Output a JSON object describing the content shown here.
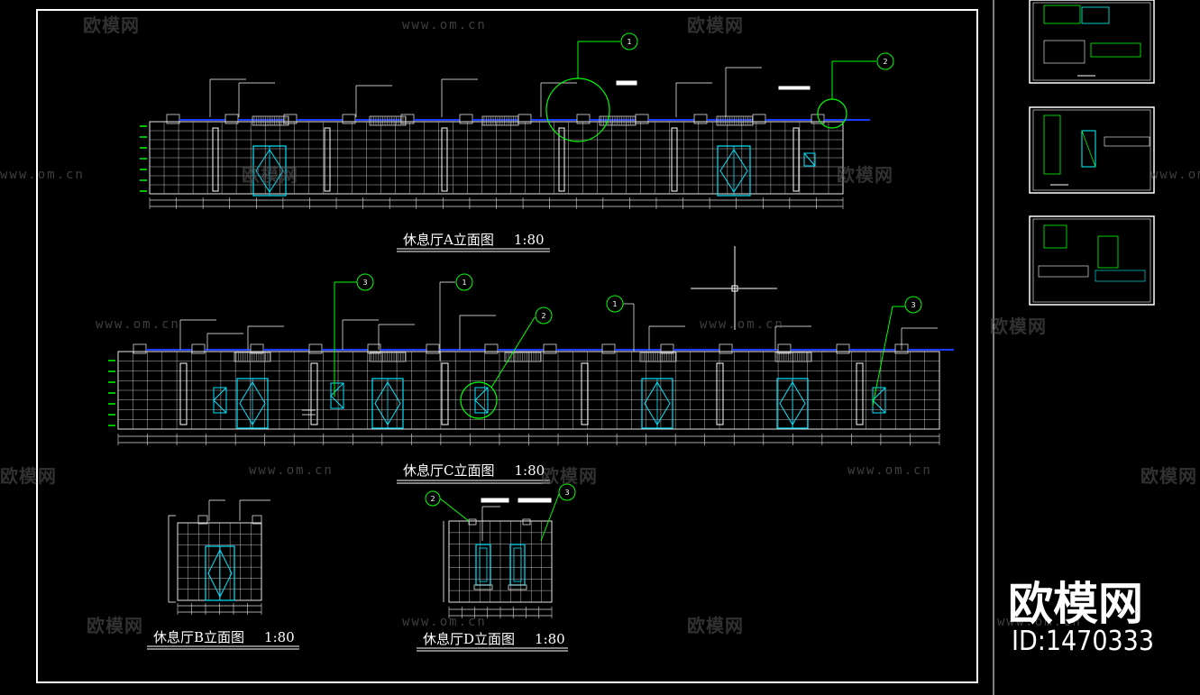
{
  "drawings": {
    "elevation_a": {
      "title": "休息厅A立面图",
      "scale": "1:80"
    },
    "elevation_c": {
      "title": "休息厅C立面图",
      "scale": "1:80"
    },
    "elevation_b": {
      "title": "休息厅B立面图",
      "scale": "1:80"
    },
    "elevation_d": {
      "title": "休息厅D立面图",
      "scale": "1:80"
    }
  },
  "callouts": [
    "1",
    "2",
    "3"
  ],
  "watermark": {
    "brand": "欧模网",
    "url": "www.om.cn"
  },
  "brand_logo": {
    "text": "欧模网",
    "id": "ID:1470333"
  },
  "colors": {
    "background": "#000000",
    "frame": "#ffffff",
    "wall": "#e6e6e6",
    "door": "#00e5ff",
    "annotation": "#00ff00",
    "vent": "#1a3cff"
  }
}
